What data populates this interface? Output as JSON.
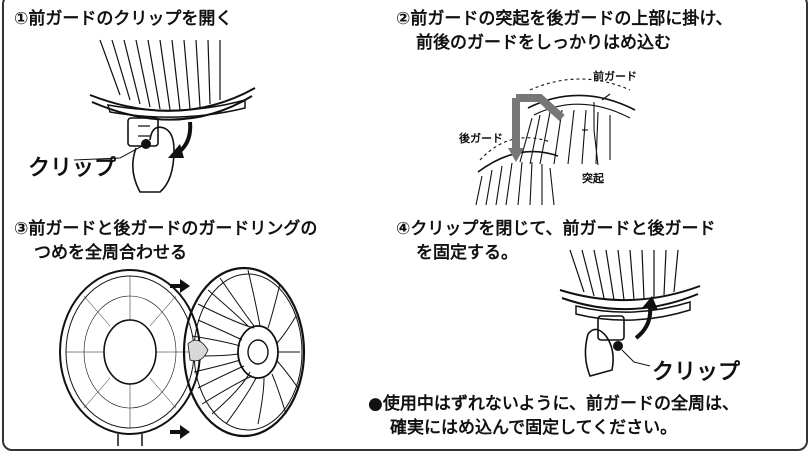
{
  "steps": {
    "step1": {
      "line1": "①前ガードのクリップを開く"
    },
    "step2": {
      "line1": "②前ガードの突起を後ガードの上部に掛け、",
      "line2": "前後のガードをしっかりはめ込む"
    },
    "step3": {
      "line1": "③前ガードと後ガードのガードリングの",
      "line2": "つめを全周合わせる"
    },
    "step4": {
      "line1": "④クリップを閉じて、前ガードと後ガード",
      "line2": "を固定する。"
    }
  },
  "labels": {
    "clip_step1": "クリップ",
    "front_guard": "前ガード",
    "rear_guard": "後ガード",
    "protrusion": "突起",
    "clip_step4": "クリップ"
  },
  "note": {
    "line1": "●使用中はずれないように、前ガードの全周は、",
    "line2": "確実にはめ込んで固定してください。"
  }
}
